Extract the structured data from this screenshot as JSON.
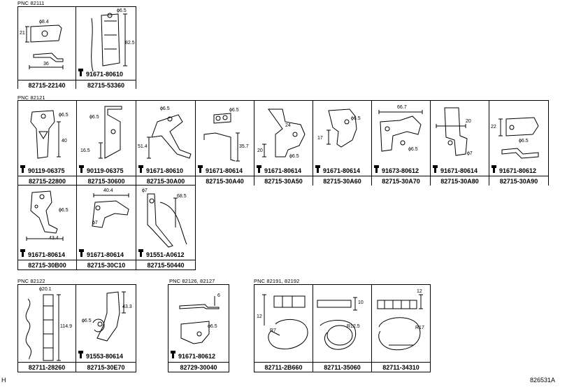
{
  "groups": {
    "g1": {
      "pnc": "PNC 82111"
    },
    "g2": {
      "pnc": "PNC 82121"
    },
    "g3": {
      "pnc": "PNC 82122"
    },
    "g4": {
      "pnc": "PNC 82126, 82127"
    },
    "g5": {
      "pnc": "PNC 82191, 82192"
    }
  },
  "cells": [
    {
      "part": "82715-22140",
      "bolt": "",
      "dims": [
        "ϕ8.4",
        "21",
        "36"
      ]
    },
    {
      "part": "82715-53360",
      "bolt": "91671-80610",
      "dims": [
        "ϕ6.5",
        "82.5"
      ]
    },
    {
      "part": "82715-22800",
      "bolt": "90119-06375",
      "dims": [
        "ϕ6.5",
        "40"
      ]
    },
    {
      "part": "82715-30600",
      "bolt": "90119-06375",
      "dims": [
        "ϕ6.5",
        "16.5"
      ]
    },
    {
      "part": "82715-30A00",
      "bolt": "91671-80610",
      "dims": [
        "ϕ6.5",
        "51.4"
      ]
    },
    {
      "part": "82715-30A40",
      "bolt": "91671-80614",
      "dims": [
        "ϕ6.5",
        "35.7"
      ]
    },
    {
      "part": "82715-30A50",
      "bolt": "91671-80614",
      "dims": [
        "24",
        "20",
        "ϕ6.5"
      ]
    },
    {
      "part": "82715-30A60",
      "bolt": "91671-80614",
      "dims": [
        "ϕ6.5",
        "17"
      ]
    },
    {
      "part": "82715-30A70",
      "bolt": "91673-80612",
      "dims": [
        "66.7",
        "ϕ6.5"
      ]
    },
    {
      "part": "82715-30A80",
      "bolt": "91671-80614",
      "dims": [
        "20",
        "ϕ7"
      ]
    },
    {
      "part": "82715-30A90",
      "bolt": "91671-80612",
      "dims": [
        "22",
        "ϕ6.5"
      ]
    },
    {
      "part": "82715-30B00",
      "bolt": "91671-80614",
      "dims": [
        "ϕ6.5",
        "43.4"
      ]
    },
    {
      "part": "82715-30C10",
      "bolt": "91671-80614",
      "dims": [
        "40.4",
        "ϕ7"
      ]
    },
    {
      "part": "82715-50440",
      "bolt": "91551-A0612",
      "dims": [
        "ϕ7",
        "68.5"
      ]
    },
    {
      "part": "82711-28260",
      "bolt": "",
      "dims": [
        "ϕ20.1",
        "114.9"
      ]
    },
    {
      "part": "82715-30E70",
      "bolt": "91553-80614",
      "dims": [
        "ϕ6.5",
        "43.3"
      ]
    },
    {
      "part": "82729-30040",
      "bolt": "91671-80612",
      "dims": [
        "6",
        "ϕ6.5"
      ]
    },
    {
      "part": "82711-2B660",
      "bolt": "",
      "dims": [
        "12",
        "R7"
      ]
    },
    {
      "part": "82711-35060",
      "bolt": "",
      "dims": [
        "10",
        "R12.5"
      ]
    },
    {
      "part": "82711-34310",
      "bolt": "",
      "dims": [
        "12",
        "R17"
      ]
    }
  ],
  "footer": {
    "left": "H",
    "right": "826531A"
  }
}
